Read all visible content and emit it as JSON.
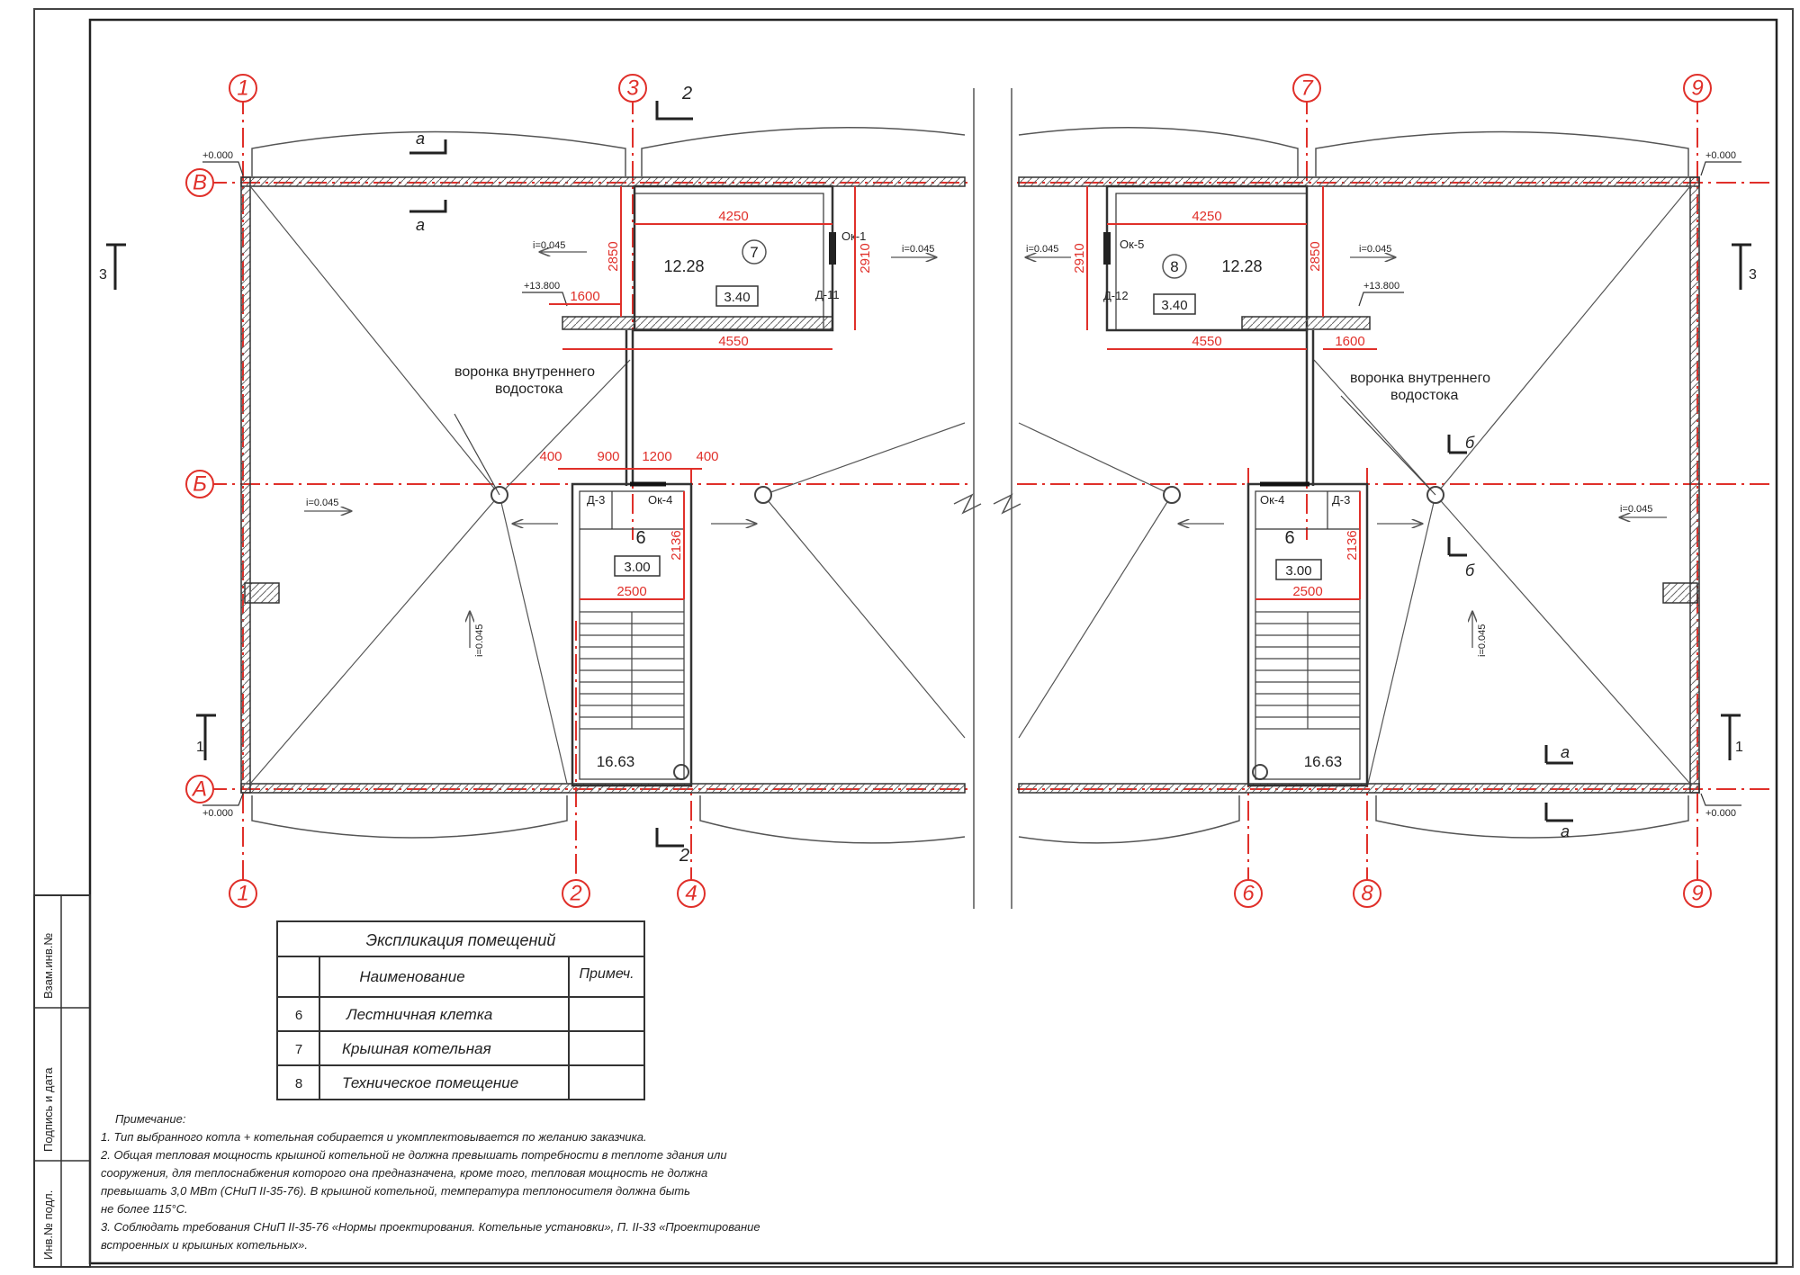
{
  "axes": {
    "top": [
      "1",
      "3",
      "7",
      "9"
    ],
    "bottom": [
      "1",
      "2",
      "4",
      "6",
      "8",
      "9"
    ],
    "rows": [
      "В",
      "Б",
      "А"
    ]
  },
  "sections": {
    "s2_top": "2",
    "s2_bottom": "2",
    "s3_left": "3",
    "s3_right": "3",
    "s1_left": "1",
    "s1_right": "1",
    "sa_top_left": "а",
    "sa_bottom_left": "а",
    "sa_right_top": "а",
    "sa_right_bottom": "а",
    "sb_top": "б",
    "sb_bottom": "б"
  },
  "levels": {
    "corner_tl": "+0.000",
    "corner_tr": "+0.000",
    "corner_bl": "+0.000",
    "corner_br": "+0.000",
    "roof_left": "+13.800",
    "roof_right": "+13.800"
  },
  "slopes": {
    "s1": "i=0.045",
    "s2": "i=0.045",
    "s3": "i=0.045",
    "s4": "i=0.045",
    "s5": "i=0.045",
    "s6": "i=0.045",
    "s7": "i=0.045",
    "s8": "i=0.045"
  },
  "rooms": {
    "r7_num": "7",
    "r7_area": "12.28",
    "r7_height": "3.40",
    "r8_num": "8",
    "r8_area": "12.28",
    "r8_height": "3.40",
    "r6a_num": "6",
    "r6a_height": "3.00",
    "r6a_stair": "16.63",
    "r6b_num": "6",
    "r6b_height": "3.00",
    "r6b_stair": "16.63"
  },
  "dims": {
    "d4250a": "4250",
    "d4550a": "4550",
    "d2850a": "2850",
    "d1600a": "1600",
    "d4250b": "4250",
    "d4550b": "4550",
    "d2850b": "2850",
    "d1600b": "1600",
    "d400a": "400",
    "d900": "900",
    "d1200": "1200",
    "d400b": "400",
    "d2500a": "2500",
    "d2500b": "2500",
    "d2136a": "2136",
    "d2136b": "2136",
    "d2910a": "2910",
    "d2910b": "2910"
  },
  "marks": {
    "ok1": "Ок-1",
    "ok5": "Ок-5",
    "ok4a": "Ок-4",
    "ok4b": "Ок-4",
    "d11": "Д-11",
    "d12": "Д-12",
    "d3a": "Д-3",
    "d3b": "Д-3"
  },
  "notes_labels": {
    "funnel_left": [
      "воронка внутреннего",
      "водостока"
    ],
    "funnel_right": [
      "воронка внутреннего",
      "водостока"
    ]
  },
  "legend": {
    "title": "Экспликация помещений",
    "header_name": "Наименование",
    "header_note": "Примеч.",
    "rows": [
      {
        "num": "6",
        "name": "Лестничная клетка",
        "note": ""
      },
      {
        "num": "7",
        "name": "Крышная котельная",
        "note": ""
      },
      {
        "num": "8",
        "name": "Техническое помещение",
        "note": ""
      }
    ]
  },
  "notes": {
    "heading": "Примечание:",
    "lines": [
      "1. Тип выбранного котла + котельная собирается и укомплектовывается по желанию заказчика.",
      "2. Общая тепловая мощность крышной котельной не должна превышать потребности в теплоте здания или",
      "   сооружения, для теплоснабжения которого она предназначена, кроме того, тепловая мощность не должна",
      "   превышать 3,0 МВт (СНиП II-35-76). В крышной котельной, температура теплоносителя должна быть",
      "   не более 115°С.",
      "3. Соблюдать требования СНиП II-35-76 «Нормы проектирования. Котельные установки», П. II-33 «Проектирование",
      "   встроенных и крышных котельных»."
    ]
  },
  "stamp": {
    "inv": "Инв.№ подл.",
    "sign": "Подпись и дата",
    "vzam": "Взам.инв.№"
  }
}
